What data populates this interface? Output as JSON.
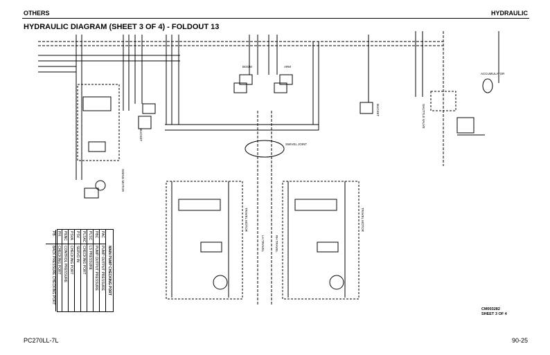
{
  "header": {
    "left": "OTHERS",
    "right": "HYDRAULIC"
  },
  "title": "HYDRAULIC DIAGRAM (SHEET 3 OF 4) - FOLDOUT 13",
  "footer": {
    "left": "PC270LL-7L",
    "right": "90-25"
  },
  "drawing": {
    "code": "CM003282",
    "sheet": "SHEET 3 OF 4"
  },
  "port_table": {
    "title": "MAIN PUMP CHECKING PORT",
    "rows": [
      {
        "port": "PAC",
        "desc": "PUMP OUTPUT PRESSURE"
      },
      {
        "port": "PBC",
        "desc": "PUMP OUTPUT PRESSURE"
      },
      {
        "port": "PLSC",
        "desc": "LS PRESSURE"
      },
      {
        "port": "PLSAC",
        "desc": "CHECKING PORT"
      },
      {
        "port": "PSV",
        "desc": "SERVO IN"
      },
      {
        "port": "PSVA",
        "desc": "CHECKING PORT"
      },
      {
        "port": "PENC",
        "desc": "CONTROL PRESSURE"
      },
      {
        "port": "PH",
        "desc": "CHECKING PORT"
      },
      {
        "port": "PB",
        "desc": "BACK PRESSURE CHECKING PORT"
      }
    ]
  },
  "labels": {
    "swing_motor": "SWING MOTOR",
    "left_travel_motor": "TRAVEL MOTOR",
    "right_travel_motor": "TRAVEL MOTOR",
    "swivel_joint": "SWIVEL JOINT",
    "bucket": "BUCKET",
    "boom": "BOOM",
    "arm": "ARM",
    "accumulator": "ACCUMULATOR",
    "rh_travel": "RH TRAVEL",
    "lh_travel": "LH TRAVEL",
    "shuttle": "SHUTTLE VALVE"
  }
}
